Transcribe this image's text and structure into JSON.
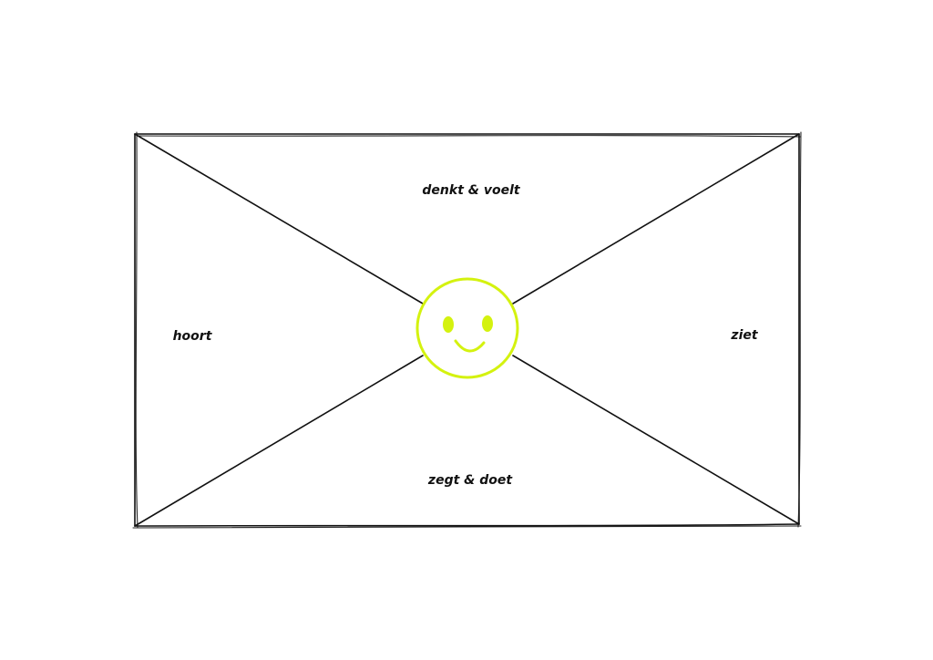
{
  "labels": {
    "top": "denkt & voelt",
    "left": "hoort",
    "right": "ziet",
    "bottom": "zegt & doet"
  },
  "colors": {
    "ink": "#111111",
    "face": "#d4f20f",
    "background": "#ffffff"
  },
  "icons": {
    "center": "smiley-face-icon"
  }
}
